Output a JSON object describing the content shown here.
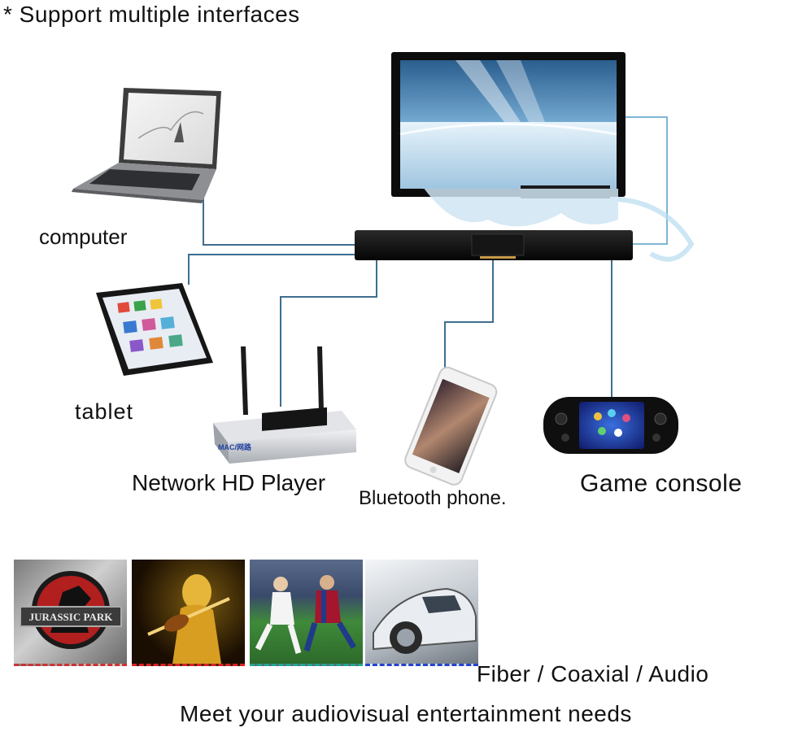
{
  "header": {
    "title": "* Support multiple interfaces"
  },
  "devices": {
    "computer": "computer",
    "tablet": "tablet",
    "player": "Network HD Player",
    "player_brand": "MAC/网路",
    "phone": "Bluetooth phone.",
    "console": "Game console"
  },
  "thumbnails": {
    "jurassic_logo_text": "JURASSIC PARK"
  },
  "footer": {
    "line1": "Fiber / Coaxial / Audio",
    "line2": "Meet your audiovisual entertainment needs"
  }
}
